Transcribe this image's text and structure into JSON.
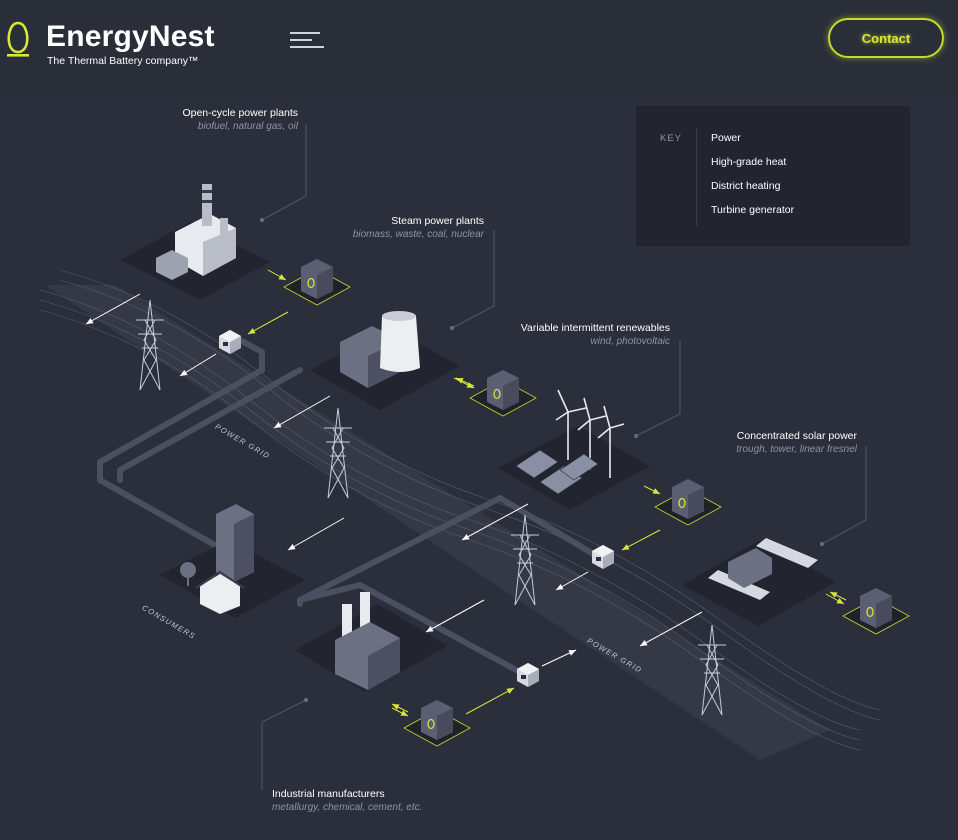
{
  "header": {
    "brand": "EnergyNest",
    "tagline": "The Thermal Battery company™",
    "contact_label": "Contact"
  },
  "colors": {
    "background": "#2b2f3b",
    "accent": "#d8e63a",
    "power": "#ffffff",
    "district_heating": "#4a4f61"
  },
  "labels": {
    "open_cycle": {
      "title": "Open-cycle power plants",
      "sub": "biofuel, natural gas, oil"
    },
    "steam": {
      "title": "Steam power plants",
      "sub": "biomass, waste, coal, nuclear"
    },
    "renewables": {
      "title": "Variable intermittent renewables",
      "sub": "wind, photovoltaic"
    },
    "solar": {
      "title": "Concentrated solar power",
      "sub": "trough, tower, linear fresnel"
    },
    "industrial": {
      "title": "Industrial manufacturers",
      "sub": "metallurgy, chemical, cement, etc."
    },
    "consumers": "CONSUMERS",
    "power_grid": "POWER GRID"
  },
  "key": {
    "title": "KEY",
    "items": [
      {
        "label": "Power",
        "icon": "white-arrow"
      },
      {
        "label": "High-grade heat",
        "icon": "yellow-arrow"
      },
      {
        "label": "District heating",
        "icon": "thick-gray-arrow"
      },
      {
        "label": "Turbine generator",
        "icon": "turbine-cube-icons"
      }
    ]
  }
}
